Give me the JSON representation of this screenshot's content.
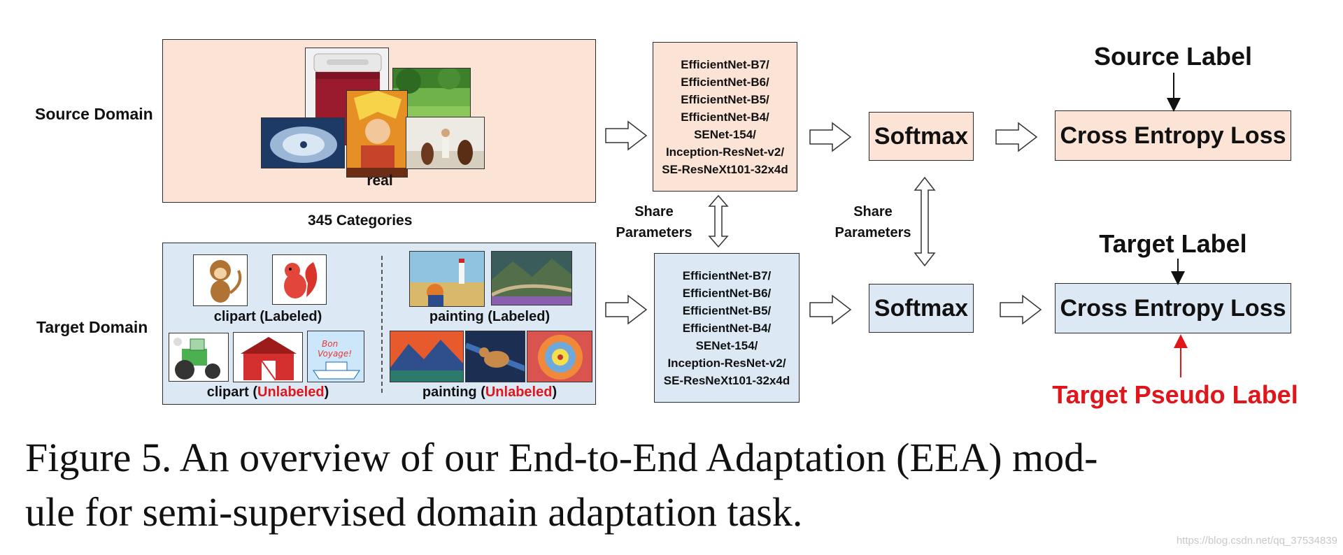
{
  "source_domain_label": "Source Domain",
  "target_domain_label": "Target Domain",
  "source_image_caption": "real",
  "categories_label": "345 Categories",
  "clipart_labeled": "clipart (Labeled)",
  "painting_labeled": "painting (Labeled)",
  "clipart_unlabeled": {
    "prefix": "clipart (",
    "red": "Unlabeled",
    "suffix": ")"
  },
  "painting_unlabeled": {
    "prefix": "painting (",
    "red": "Unlabeled",
    "suffix": ")"
  },
  "networks": [
    "EfficientNet-B7/",
    "EfficientNet-B6/",
    "EfficientNet-B5/",
    "EfficientNet-B4/",
    "SENet-154/",
    "Inception-ResNet-v2/",
    "SE-ResNeXt101-32x4d"
  ],
  "share_parameters": [
    "Share",
    "Parameters"
  ],
  "softmax_label": "Softmax",
  "loss_label": "Cross Entropy Loss",
  "source_label": "Source Label",
  "target_label": "Target Label",
  "pseudo_label": "Target Pseudo Label",
  "bon_voyage": "Bon Voyage!",
  "figure_caption": [
    "Figure 5. An overview of our End-to-End Adaptation (EEA) mod-",
    "ule for semi-supervised domain adaptation task."
  ],
  "watermark": "https://blog.csdn.net/qq_37534839",
  "colors": {
    "source_fill": "#fbe4d6",
    "target_fill": "#dce9f5",
    "pseudo_red": "#e0161b"
  }
}
